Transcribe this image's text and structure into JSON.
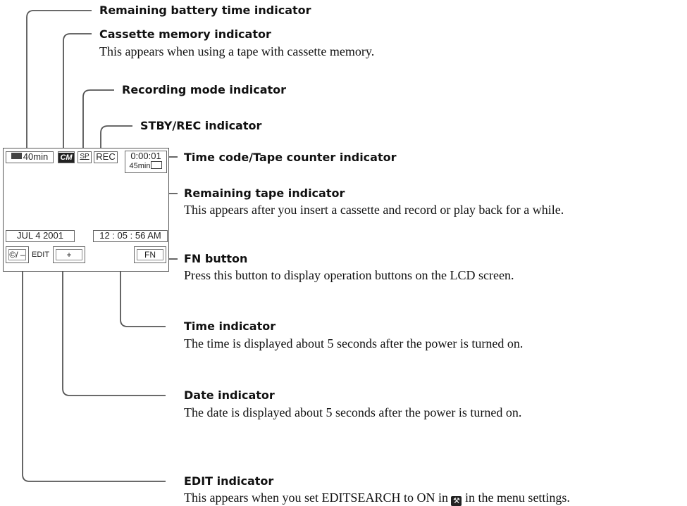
{
  "lcd": {
    "battery": "40min",
    "cassette_memory": "CM",
    "rec_mode": "SP",
    "stby_rec": "REC",
    "time_code": "0:00:01",
    "remaining_tape": "45min",
    "date": "JUL  4  2001",
    "time": "12 : 05 : 56 AM",
    "edit_button": "©/ –",
    "edit": "EDIT",
    "plus": "+",
    "fn": "FN"
  },
  "callouts": {
    "battery": {
      "title": "Remaining battery time indicator"
    },
    "cassette_memory": {
      "title": "Cassette memory indicator",
      "desc": "This appears when using a tape with cassette memory."
    },
    "rec_mode": {
      "title": "Recording mode indicator"
    },
    "stby_rec": {
      "title": "STBY/REC indicator"
    },
    "time_code": {
      "title": "Time code/Tape counter indicator"
    },
    "remaining_tape": {
      "title": "Remaining tape indicator",
      "desc": "This appears after you insert a cassette and record or play back for a while."
    },
    "fn": {
      "title": "FN button",
      "desc": "Press this button to display operation buttons on the LCD screen."
    },
    "time": {
      "title": "Time indicator",
      "desc": "The time is displayed about 5 seconds after the power is turned on."
    },
    "date": {
      "title": "Date indicator",
      "desc": "The date is displayed about 5 seconds after the power is turned on."
    },
    "edit": {
      "title": "EDIT indicator",
      "desc_before": "This appears when you set EDITSEARCH to ON in",
      "desc_after": "in the menu settings.",
      "menu_icon": "toolbox-menu-icon"
    }
  }
}
